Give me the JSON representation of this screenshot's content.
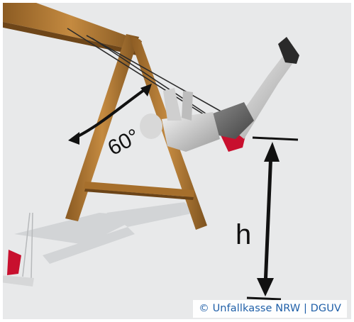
{
  "figure": {
    "angle_label": "60°",
    "height_label": "h",
    "credit": "© Unfallkasse NRW | DGUV",
    "colors": {
      "background": "#e8e9ea",
      "wood": "#b07a33",
      "wood_dark": "#7a4f1c",
      "seat": "#c8102e",
      "arrow": "#111111",
      "credit_text": "#1f5fa8"
    }
  }
}
